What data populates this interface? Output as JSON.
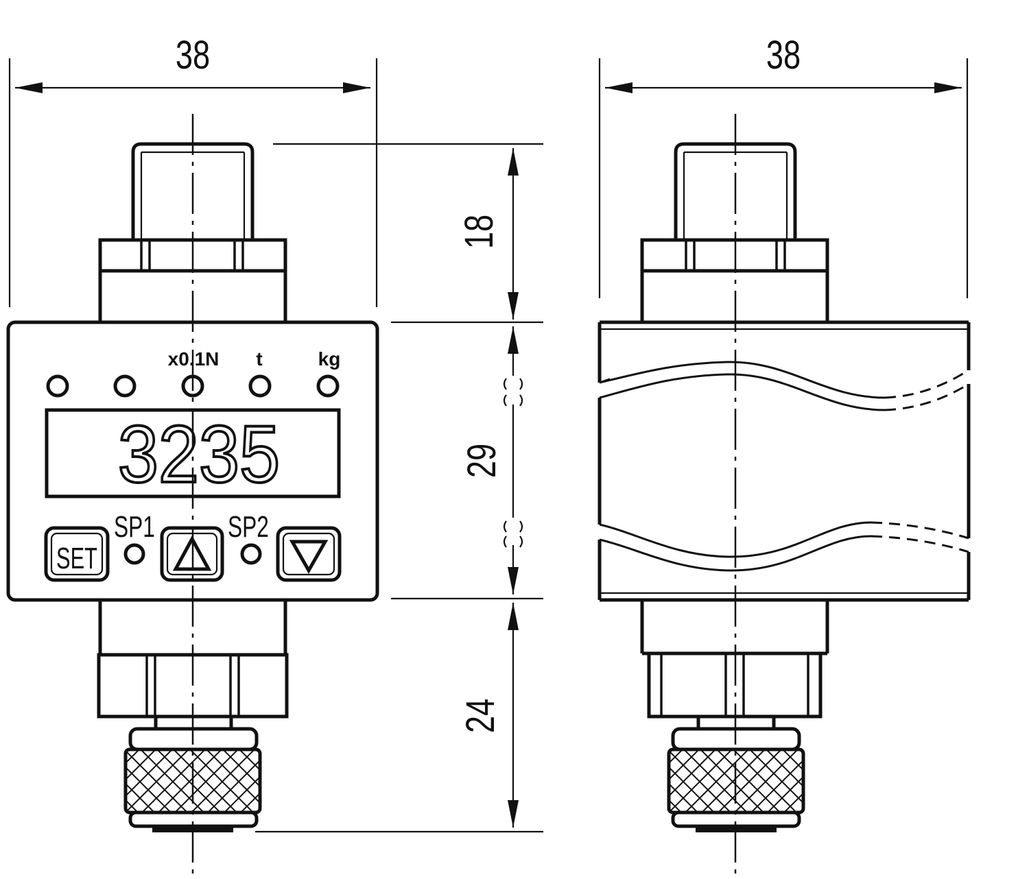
{
  "dimensions": {
    "width_front": "38",
    "width_side": "38",
    "height_top": "18",
    "height_body": "29",
    "height_bottom": "24"
  },
  "display": {
    "reading": "3235",
    "unit_labels": [
      "x0.1N",
      "t",
      "kg"
    ],
    "setpoint_labels": [
      "SP1",
      "SP2"
    ],
    "set_button": "SET"
  }
}
